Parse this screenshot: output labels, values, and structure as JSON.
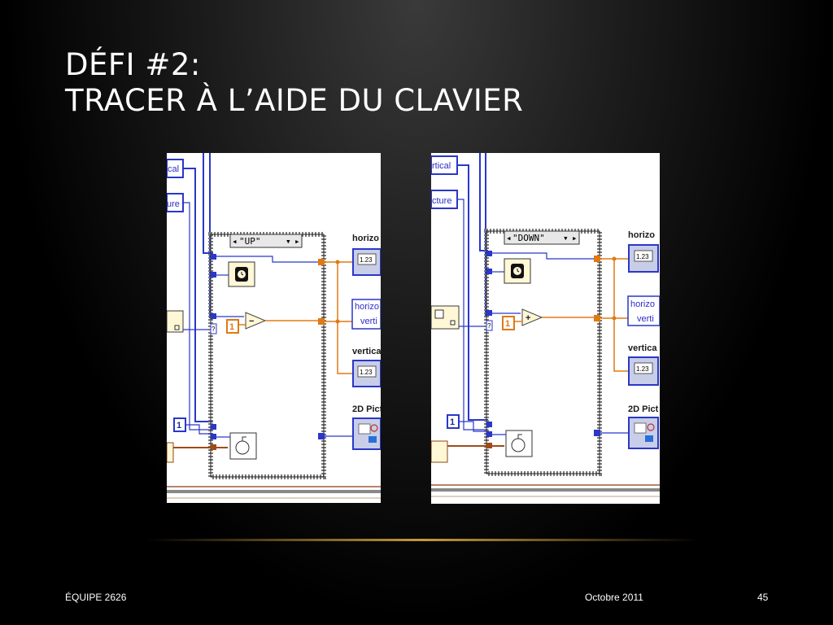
{
  "slide": {
    "title_line1": "DÉFI #2:",
    "title_line2": "TRACER À L’AIDE DU CLAVIER",
    "footer_left": "ÉQUIPE 2626",
    "footer_date": "Octobre 2011",
    "page_number": "45"
  },
  "diagram_left": {
    "case_selector": "\"UP\"",
    "operator_symbol": "−",
    "constant": "1",
    "loop_constant": "1",
    "label_vertical": "cal",
    "label_picture": "ure",
    "ind_horizontal_label": "horizo",
    "cluster_horizontal": "horizo",
    "cluster_vertical": "verti",
    "ind_vertical_label": "vertica",
    "ind_2dpic_label": "2D Pict",
    "numeric_glyph": "1.23"
  },
  "diagram_right": {
    "case_selector": "\"DOWN\"",
    "operator_symbol": "+",
    "constant": "1",
    "loop_constant": "1",
    "label_vertical": "rtical",
    "label_picture": "cture",
    "ind_horizontal_label": "horizo",
    "cluster_horizontal": "horizo",
    "cluster_vertical": "verti",
    "ind_vertical_label": "vertica",
    "ind_2dpic_label": "2D Pict",
    "numeric_glyph": "1.23"
  }
}
